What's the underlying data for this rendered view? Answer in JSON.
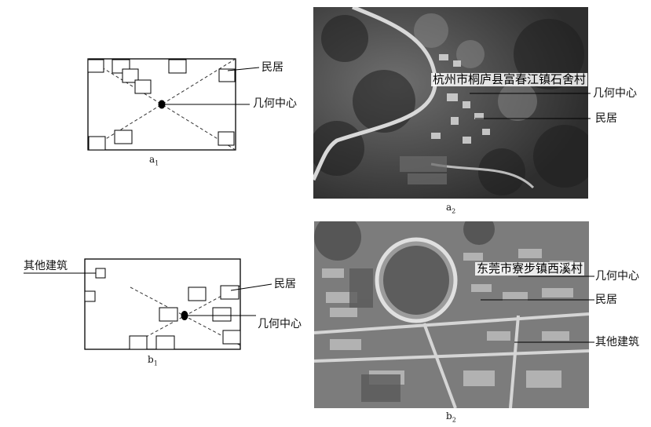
{
  "panels": {
    "a1": {
      "caption_main": "a",
      "caption_sub": "1",
      "labels": {
        "residence": "民居",
        "center": "几何中心"
      }
    },
    "a2": {
      "caption_main": "a",
      "caption_sub": "2",
      "village": "杭州市桐庐县富春江镇石舍村",
      "labels": {
        "center": "几何中心",
        "residence": "民居"
      }
    },
    "b1": {
      "caption_main": "b",
      "caption_sub": "1",
      "labels": {
        "other": "其他建筑",
        "residence": "民居",
        "center": "几何中心"
      }
    },
    "b2": {
      "caption_main": "b",
      "caption_sub": "2",
      "village": "东莞市寮步镇西溪村",
      "labels": {
        "center": "几何中心",
        "residence": "民居",
        "other": "其他建筑"
      }
    }
  }
}
